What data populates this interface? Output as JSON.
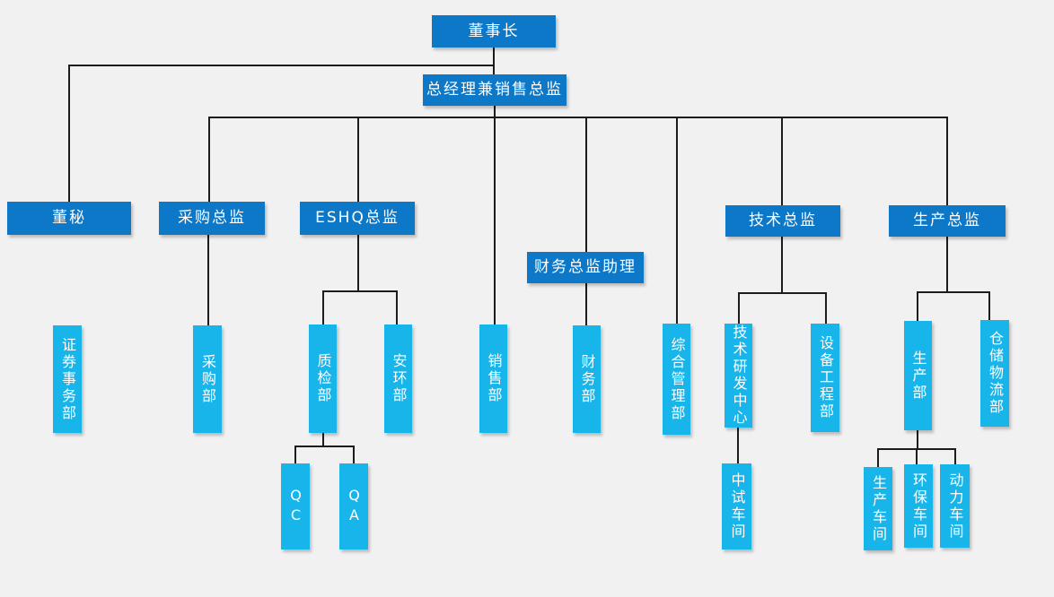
{
  "diagram_type": "org-chart",
  "colors": {
    "director_box": "#0d78c8",
    "department_box": "#18b5ea",
    "connector_line": "#1c1c1c",
    "canvas_background": "#f1f1f2",
    "box_text": "#ffffff"
  },
  "nodes": {
    "chairman": {
      "label": "董事长"
    },
    "gm": {
      "label": "总经理兼销售总监"
    },
    "board_secretary": {
      "label": "董秘"
    },
    "securities_dept": {
      "label": "证券事务部"
    },
    "procurement_director": {
      "label": "采购总监"
    },
    "procurement_dept": {
      "label": "采购部"
    },
    "eshq_director": {
      "label": "ESHQ总监"
    },
    "qc_dept": {
      "label": "质检部"
    },
    "safety_env_dept": {
      "label": "安环部"
    },
    "qc_team": {
      "label": "QC"
    },
    "qa_team": {
      "label": "QA"
    },
    "sales_dept": {
      "label": "销售部"
    },
    "finance_assistant": {
      "label": "财务总监助理"
    },
    "finance_dept": {
      "label": "财务部"
    },
    "general_admin_dept": {
      "label": "综合管理部"
    },
    "tech_director": {
      "label": "技术总监"
    },
    "rnd_center": {
      "label": "技术研发中心"
    },
    "equipment_dept": {
      "label": "设备工程部"
    },
    "pilot_workshop": {
      "label": "中试车间"
    },
    "production_director": {
      "label": "生产总监"
    },
    "production_dept": {
      "label": "生产部"
    },
    "warehouse_dept": {
      "label": "仓储物流部"
    },
    "production_workshop": {
      "label": "生产车间"
    },
    "env_workshop": {
      "label": "环保车间"
    },
    "power_workshop": {
      "label": "动力车间"
    }
  },
  "hierarchy": [
    {
      "parent": "chairman",
      "children": [
        "board_secretary",
        "gm"
      ]
    },
    {
      "parent": "board_secretary",
      "children": [
        "securities_dept"
      ]
    },
    {
      "parent": "gm",
      "children": [
        "procurement_director",
        "eshq_director",
        "sales_dept",
        "finance_assistant",
        "general_admin_dept",
        "tech_director",
        "production_director"
      ]
    },
    {
      "parent": "procurement_director",
      "children": [
        "procurement_dept"
      ]
    },
    {
      "parent": "eshq_director",
      "children": [
        "qc_dept",
        "safety_env_dept"
      ]
    },
    {
      "parent": "qc_dept",
      "children": [
        "qc_team",
        "qa_team"
      ]
    },
    {
      "parent": "finance_assistant",
      "children": [
        "finance_dept"
      ]
    },
    {
      "parent": "tech_director",
      "children": [
        "rnd_center",
        "equipment_dept"
      ]
    },
    {
      "parent": "rnd_center",
      "children": [
        "pilot_workshop"
      ]
    },
    {
      "parent": "production_director",
      "children": [
        "production_dept",
        "warehouse_dept"
      ]
    },
    {
      "parent": "production_dept",
      "children": [
        "production_workshop",
        "env_workshop",
        "power_workshop"
      ]
    }
  ]
}
